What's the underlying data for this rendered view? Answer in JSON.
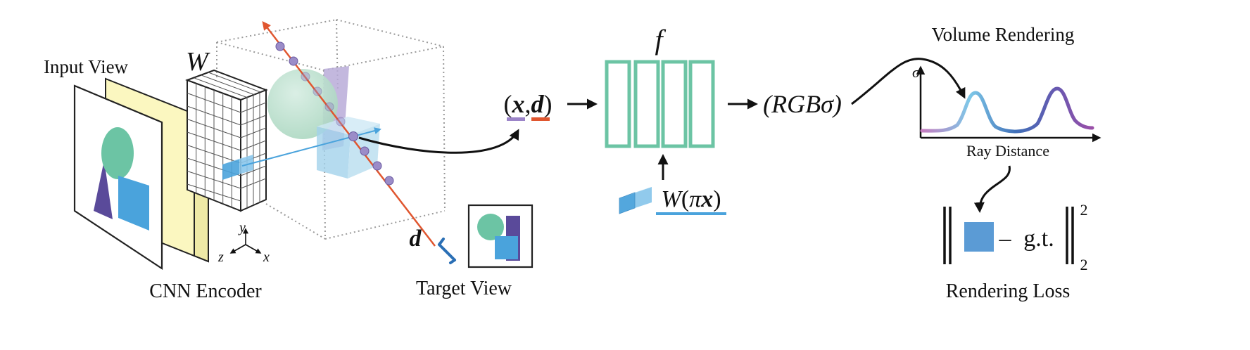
{
  "labels": {
    "input_view": "Input View",
    "cnn_encoder": "CNN Encoder",
    "W": "W",
    "target_view": "Target View",
    "d_dir": "d",
    "axis_y": "y",
    "axis_x": "x",
    "axis_z": "z",
    "xd_open": "(",
    "xd_x": "x",
    "xd_comma": ",",
    "xd_d": "d",
    "xd_close": ")",
    "f": "f",
    "feat_W": "W",
    "feat_open": "(",
    "feat_pi": "π",
    "feat_x": "x",
    "feat_close": ")",
    "rgb_sigma": "(RGBσ)",
    "volume_rendering": "Volume Rendering",
    "sigma": "σ",
    "ray_distance": "Ray Distance",
    "gt_minus": "–",
    "gt": "g.t.",
    "norm_super": "2",
    "norm_sub": "2",
    "rendering_loss": "Rendering Loss"
  },
  "colors": {
    "ray": "#e0562f",
    "sample_point": "#9b8cc8",
    "mlp": "#6cc4a4",
    "feature_blue": "#4aa3dc",
    "underline_purple": "#9b84c8",
    "underline_orange": "#e0562f",
    "input_yellow": "#fbf7c0",
    "sphere_green": "#b5dcc8",
    "square_blue": "#4aa3dc",
    "triangle_purple": "#5a4a9a",
    "loss_square": "#5b9bd5"
  }
}
